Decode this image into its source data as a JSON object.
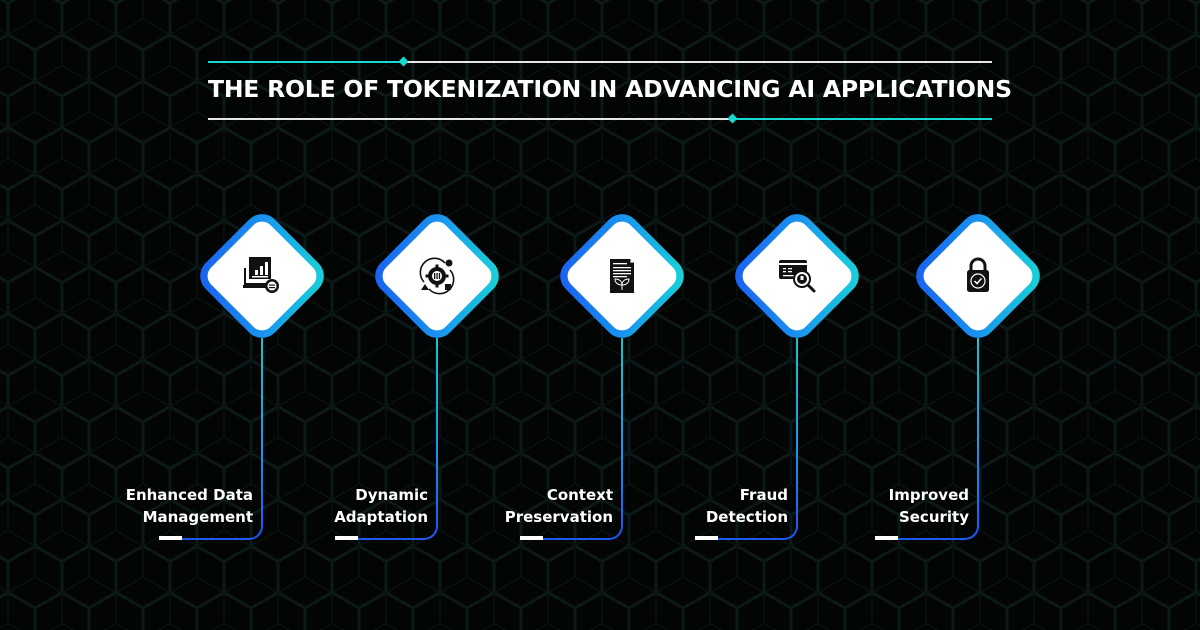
{
  "title": "THE ROLE OF TOKENIZATION IN ADVANCING AI APPLICATIONS",
  "colors": {
    "background": "#030404",
    "accent_cyan": "#17d9d2",
    "accent_blue": "#1d58f3",
    "text": "#ffffff"
  },
  "steps": [
    {
      "line1": "Enhanced Data",
      "line2": "Management",
      "icon": "report-chart-gear-icon"
    },
    {
      "line1": "Dynamic",
      "line2": "Adaptation",
      "icon": "gear-cycle-icon"
    },
    {
      "line1": "Context",
      "line2": "Preservation",
      "icon": "document-leaf-icon"
    },
    {
      "line1": "Fraud",
      "line2": "Detection",
      "icon": "card-magnifier-icon"
    },
    {
      "line1": "Improved",
      "line2": "Security",
      "icon": "padlock-check-icon"
    }
  ]
}
